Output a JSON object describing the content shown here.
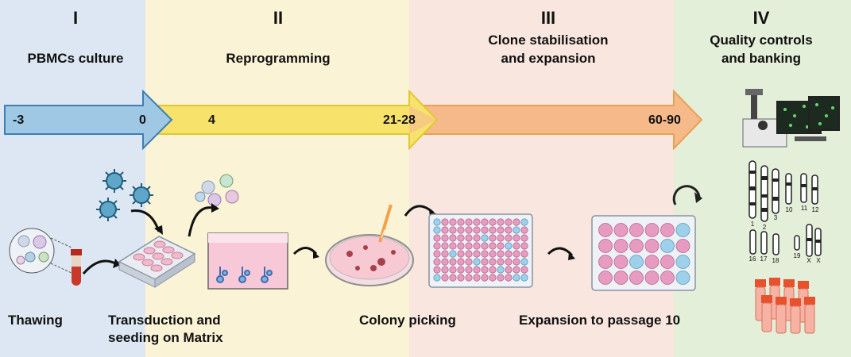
{
  "phases": [
    {
      "numeral": "I",
      "title": "PBMCs culture",
      "color": "#dde7f3"
    },
    {
      "numeral": "II",
      "title": "Reprogramming",
      "color": "#fbf3d5"
    },
    {
      "numeral": "III",
      "title_line1": "Clone stabilisation",
      "title_line2": "and expansion",
      "color": "#f9e6df"
    },
    {
      "numeral": "IV",
      "title_line1": "Quality controls",
      "title_line2": "and banking",
      "color": "#e4efd9"
    }
  ],
  "timeline": {
    "ticks": [
      "-3",
      "0",
      "4",
      "21-28",
      "60-90"
    ],
    "arrow_colors": [
      "#9fc8e4",
      "#f7e26c",
      "#f7c08a",
      "#f6b98a"
    ]
  },
  "steps": {
    "thawing": "Thawing",
    "transduction_line1": "Transduction and",
    "transduction_line2": "seeding on Matrix",
    "colony_picking": "Colony picking",
    "expansion": "Expansion to passage 10"
  },
  "chromosome_labels": [
    "1",
    "2",
    "3",
    "10",
    "11",
    "12",
    "16",
    "17",
    "18",
    "19",
    "X",
    "X"
  ]
}
